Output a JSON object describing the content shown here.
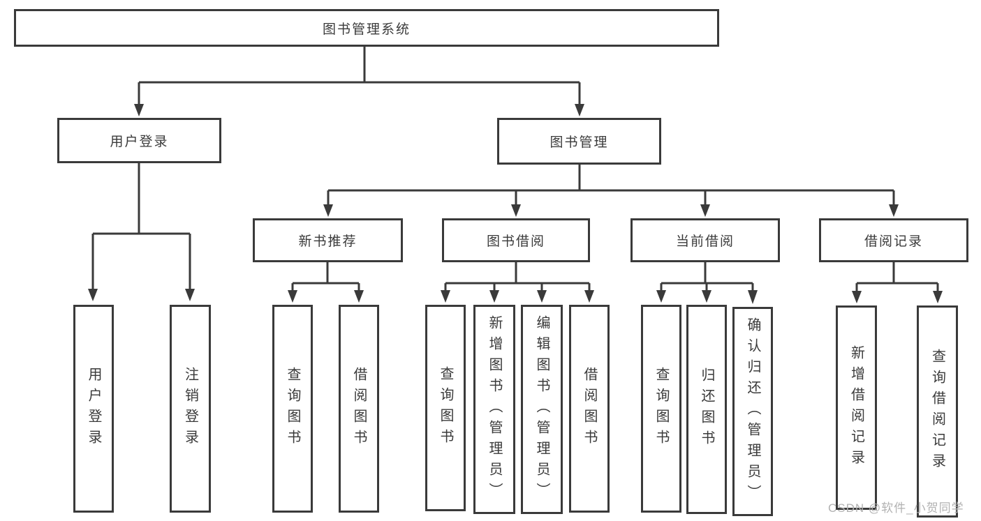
{
  "tree": {
    "root": {
      "label": "图书管理系统"
    },
    "branches": [
      {
        "label": "用户登录",
        "children": [
          {
            "label": "用户登录"
          },
          {
            "label": "注销登录"
          }
        ]
      },
      {
        "label": "图书管理",
        "children": [
          {
            "label": "新书推荐",
            "children": [
              {
                "label": "查询图书"
              },
              {
                "label": "借阅图书"
              }
            ]
          },
          {
            "label": "图书借阅",
            "children": [
              {
                "label": "查询图书"
              },
              {
                "label": "新增图书（管理员）"
              },
              {
                "label": "编辑图书（管理员）"
              },
              {
                "label": "借阅图书"
              }
            ]
          },
          {
            "label": "当前借阅",
            "children": [
              {
                "label": "查询图书"
              },
              {
                "label": "归还图书"
              },
              {
                "label": "确认归还（管理员）"
              }
            ]
          },
          {
            "label": "借阅记录",
            "children": [
              {
                "label": "新增借阅记录"
              },
              {
                "label": "查询借阅记录"
              }
            ]
          }
        ]
      }
    ]
  },
  "watermark": "CSDN @软件_小贺同学",
  "colors": {
    "line": "#3a3a3a",
    "text": "#3a3a3a",
    "background": "#ffffff",
    "watermark": "#b2b2b2"
  }
}
